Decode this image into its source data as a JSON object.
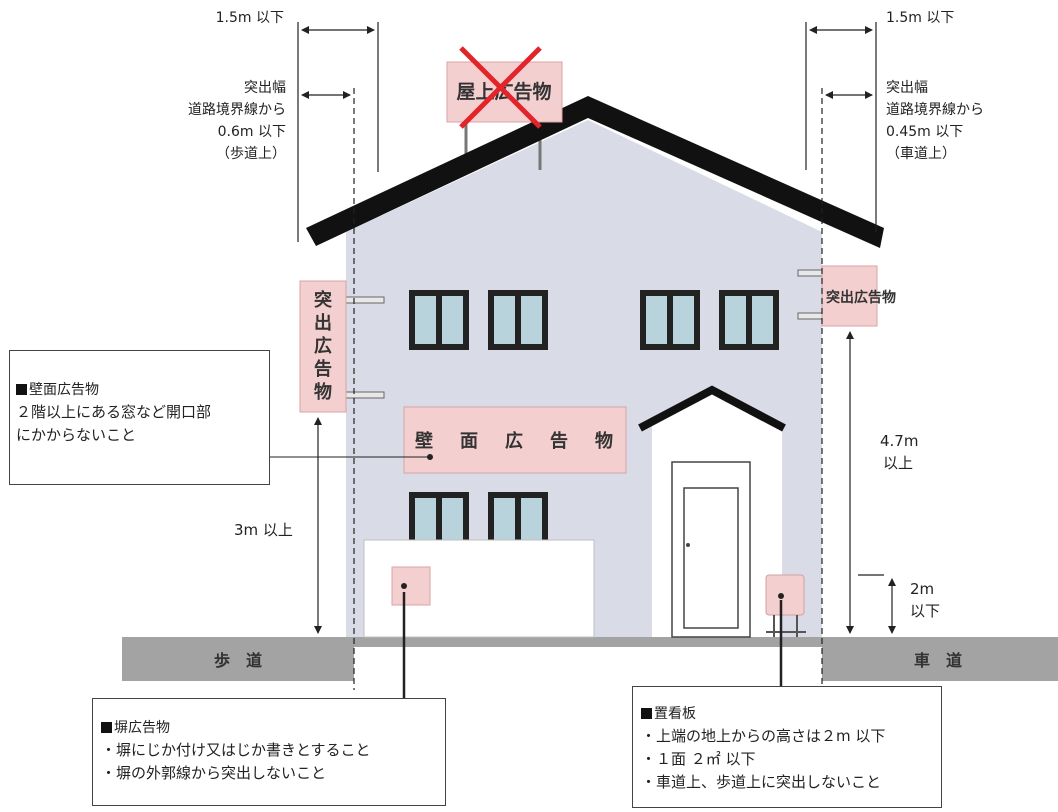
{
  "dimensions": {
    "left_max_width": "1.5m 以下",
    "right_max_width": "1.5m 以下",
    "left_protrusion": [
      "突出幅",
      "道路境界線から",
      "0.6m 以下",
      "（歩道上）"
    ],
    "right_protrusion": [
      "突出幅",
      "道路境界線から",
      "0.45m 以下",
      "（車道上）"
    ],
    "left_height": "3m 以上",
    "right_height": [
      "4.7m",
      "以上"
    ],
    "stand_height": [
      "2m",
      "以下"
    ]
  },
  "signs": {
    "rooftop": "屋上広告物",
    "left_projecting": [
      "突",
      "出",
      "広",
      "告",
      "物"
    ],
    "right_projecting": "突出広告物",
    "wall": [
      "壁",
      "面",
      "広",
      "告",
      "物"
    ]
  },
  "ground": {
    "sidewalk": "歩　道",
    "roadway": "車　道"
  },
  "colors": {
    "sign_fill": "#f4cfd0",
    "prohibit_x": "#e1252a",
    "house_wall": "#d9dbe6",
    "ground": "#a3a3a3",
    "roof": "#111111"
  },
  "callouts": {
    "wall_sign": {
      "title": "壁面広告物",
      "lines": [
        "２階以上にある窓など開口部",
        "にかからないこと"
      ]
    },
    "fence_sign": {
      "title": "塀広告物",
      "lines": [
        "・塀にじか付け又はじか書きとすること",
        "・塀の外郭線から突出しないこと"
      ]
    },
    "standing_sign": {
      "title": "置看板",
      "lines": [
        "・上端の地上からの高さは２m 以下",
        "・１面 ２㎡ 以下",
        "・車道上、歩道上に突出しないこと"
      ]
    }
  }
}
